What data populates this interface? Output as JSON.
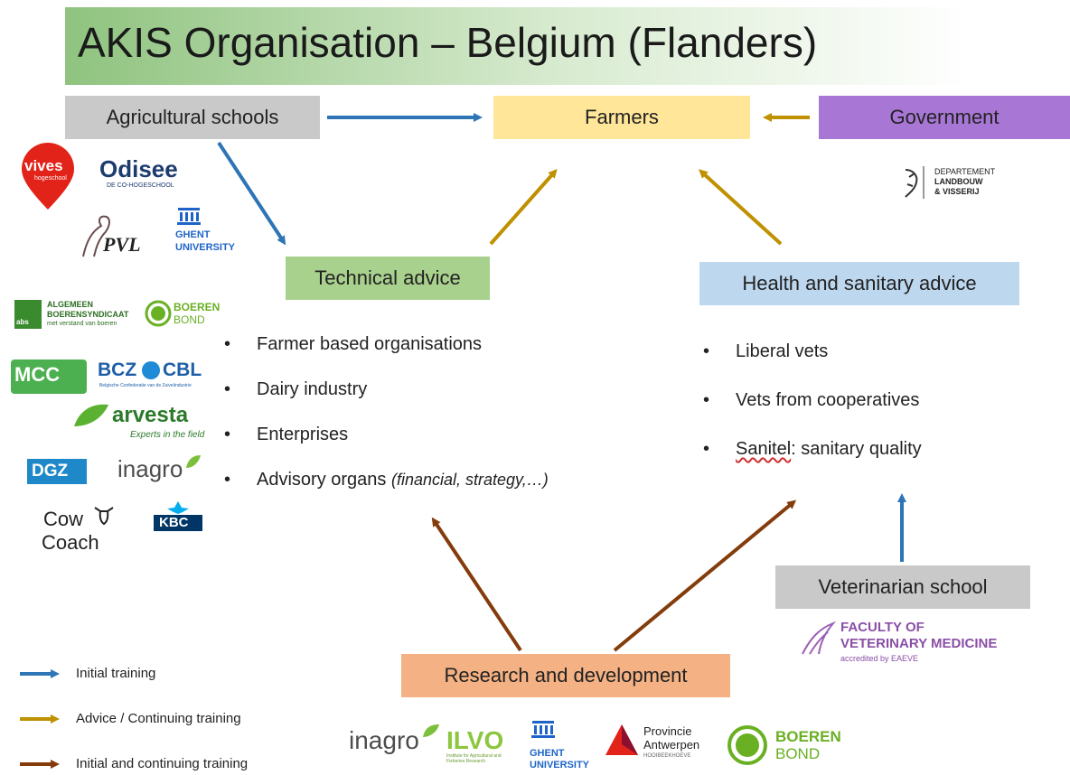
{
  "title": "AKIS Organisation – Belgium (Flanders)",
  "nodes": {
    "agricultural_schools": "Agricultural schools",
    "farmers": "Farmers",
    "government": "Government",
    "technical_advice": "Technical advice",
    "health_sanitary": "Health and sanitary advice",
    "veterinarian_school": "Veterinarian school",
    "research": "Research and development"
  },
  "technical_list": [
    "Farmer based organisations",
    "Dairy industry",
    "Enterprises",
    "Advisory organs"
  ],
  "technical_list_note": "(financial, strategy,…)",
  "health_list": {
    "item1": "Liberal vets",
    "item2": "Vets from cooperatives",
    "item3_prefix": "Sanitel",
    "item3_rest": ": sanitary quality"
  },
  "legend": [
    {
      "label": "Initial training",
      "color": "#2e75b6"
    },
    {
      "label": "Advice / Continuing training",
      "color": "#bf9000"
    },
    {
      "label": "Initial and continuing training",
      "color": "#843c0c"
    }
  ],
  "logos": {
    "vives": "vives",
    "vives_sub": "hogeschool",
    "odisee": "Odisee",
    "odisee_sub": "DE CO-HOGESCHOOL",
    "pvl": "PVL",
    "ghent_top": "GHENT",
    "ghent_bottom": "UNIVERSITY",
    "abs_line1": "ALGEMEEN",
    "abs_line2": "BOERENSYNDICAAT",
    "abs_line3": "met verstand van boeren",
    "abs_mark": "abs",
    "boerenbond_1": "BOEREN",
    "boerenbond_2": "BOND",
    "mcc": "MCC",
    "bcz": "BCZ",
    "cbl": "CBL",
    "bcz_sub": "Belgische Confederatie van de Zuivelindustrie",
    "arvesta": "arvesta",
    "arvesta_sub": "Experts in the field",
    "dgz": "DGZ",
    "inagro": "inagro",
    "cowcoach_1": "Cow",
    "cowcoach_2": "Coach",
    "kbc": "KBC",
    "dept_1": "DEPARTEMENT",
    "dept_2": "LANDBOUW",
    "dept_3": "& VISSERIJ",
    "fvm_1": "FACULTY OF",
    "fvm_2": "VETERINARY MEDICINE",
    "fvm_3": "accredited by EAEVE",
    "ilvo": "ILVO",
    "ilvo_sub": "Institute for Agricultural and Fisheries Research",
    "provincie_1": "Provincie",
    "provincie_2": "Antwerpen",
    "provincie_3": "HOOIBEEKHOEVE"
  },
  "colors": {
    "initial_training": "#2e75b6",
    "advice": "#bf9000",
    "initial_continuing": "#843c0c",
    "grey_box": "#c9c9c9",
    "farmers_box": "#ffe699",
    "government_box": "#a877d6",
    "technical_box": "#a9d18e",
    "health_box": "#bdd7ee",
    "research_box": "#f4b183"
  }
}
